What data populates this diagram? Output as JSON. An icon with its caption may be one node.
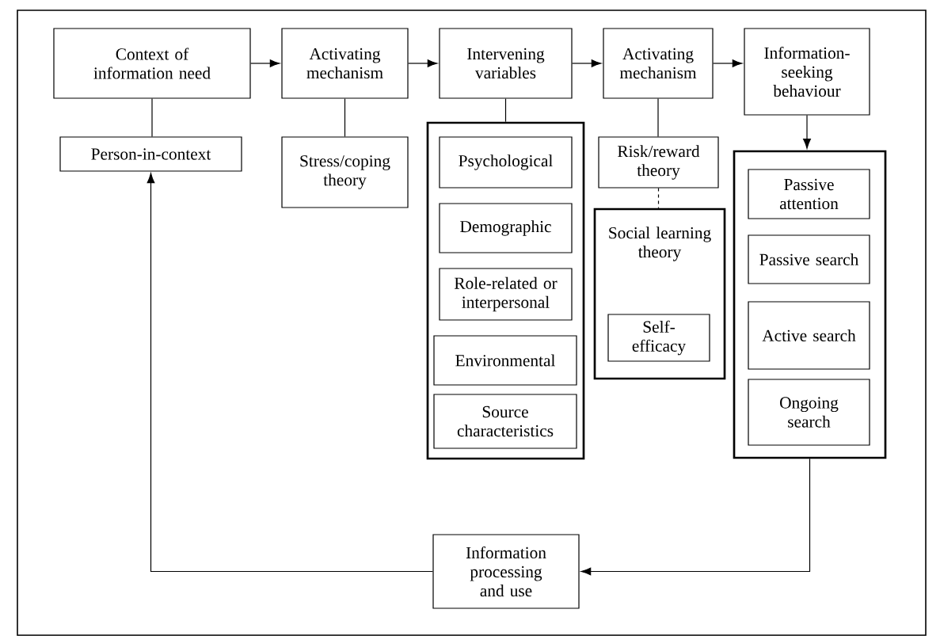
{
  "diagram": {
    "nodes": [
      {
        "text": [
          "Context of information need"
        ]
      },
      {
        "text": [
          "Activating mechanism"
        ]
      },
      {
        "text": [
          "Intervening variables"
        ]
      },
      {
        "text": [
          "Activating mechanism"
        ]
      },
      {
        "text": [
          "Information-seeking behaviour"
        ]
      },
      {
        "text": [
          "Person-in-context"
        ]
      },
      {
        "text": [
          "Stress/coping theory"
        ]
      },
      {
        "text": [],
        "shape": "box"
      },
      {
        "text": [
          "Psychological"
        ],
        "in": 7
      },
      {
        "text": [
          "Demographic"
        ],
        "in": 7
      },
      {
        "text": [
          "Role-related or interpersonal"
        ],
        "in": 7
      },
      {
        "text": [
          "Environmental"
        ],
        "in": 7
      },
      {
        "text": [
          "Source characteristics"
        ],
        "in": 7
      },
      {
        "text": [
          "Risk/reward theory"
        ]
      },
      {
        "text": [
          "Social learning theory"
        ]
      },
      {
        "text": [
          "Self-efficacy"
        ],
        "in": 14
      },
      {
        "text": [],
        "shape": "box"
      },
      {
        "text": [
          "Passive attention"
        ],
        "in": 16
      },
      {
        "text": [
          "Passive search"
        ],
        "in": 16
      },
      {
        "text": [
          "Active search"
        ],
        "in": 16
      },
      {
        "text": [
          "Ongoing search"
        ],
        "in": 16
      },
      {
        "text": [
          "Information processing and use"
        ]
      }
    ],
    "edges": [
      {
        "from": 0,
        "to": 1,
        "arrow": "to"
      },
      {
        "from": 1,
        "to": 2,
        "arrow": "to"
      },
      {
        "from": 2,
        "to": 3,
        "arrow": "to"
      },
      {
        "from": 3,
        "to": 4,
        "arrow": "to"
      },
      {
        "from": 0,
        "to": 5,
        "arrow": "none"
      },
      {
        "from": 1,
        "to": 6,
        "arrow": "none"
      },
      {
        "from": 2,
        "to": 7,
        "arrow": "none"
      },
      {
        "from": 3,
        "to": 13,
        "arrow": "none"
      },
      {
        "from": 13,
        "to": 14,
        "arrow": "none",
        "style": "dashed"
      },
      {
        "from": 4,
        "to": 16,
        "arrow": "to"
      },
      {
        "from": 16,
        "to": 21,
        "arrow": "to"
      },
      {
        "from": 21,
        "to": 5,
        "arrow": "to"
      }
    ]
  }
}
